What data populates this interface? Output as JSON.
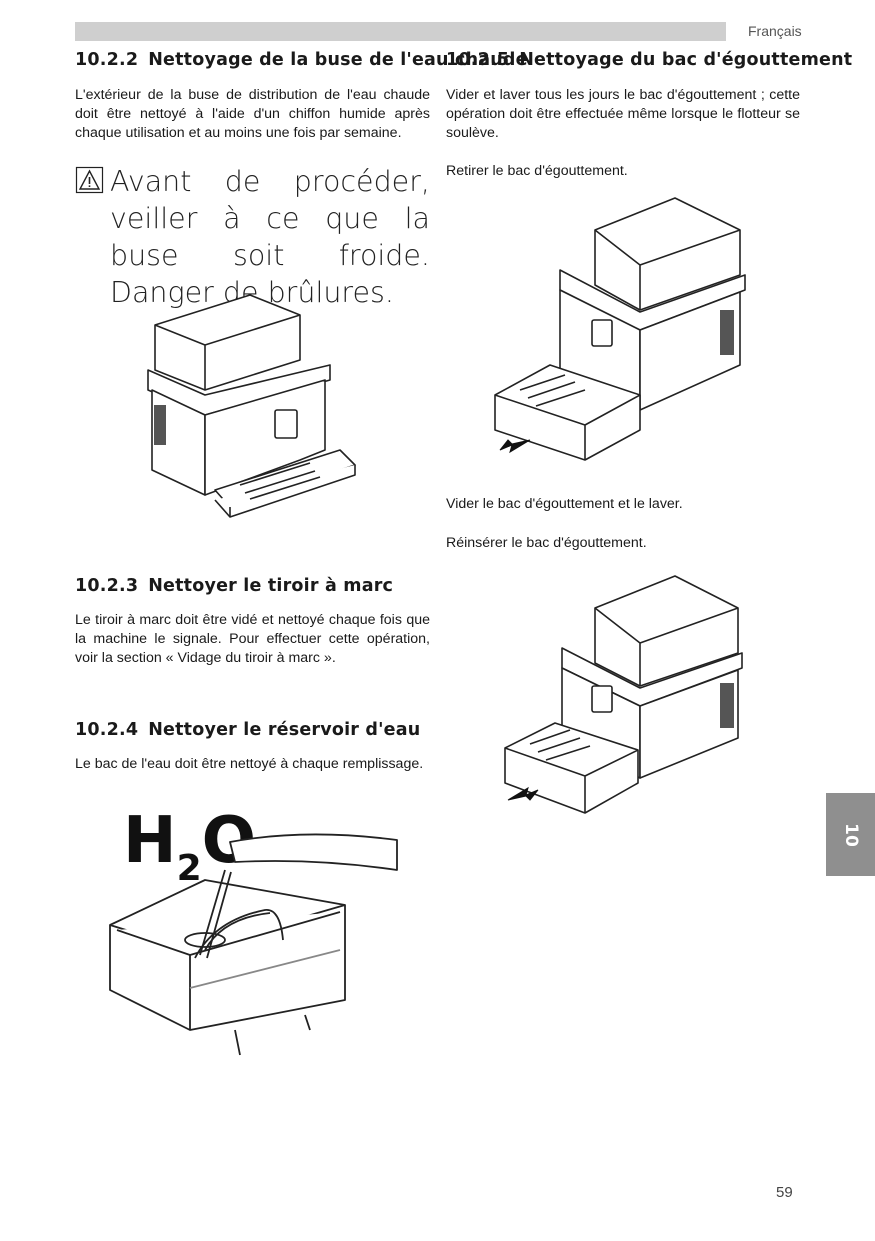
{
  "header": {
    "language": "Français"
  },
  "left": {
    "s1": {
      "number": "10.2.2",
      "title": "Nettoyage de la buse de l'eau chaude",
      "body": "L'extérieur de la buse de distribution de l'eau chaude doit être nettoyé à l'aide d'un chiffon humide après chaque utilisation et au moins une fois par semaine.",
      "warning": "Avant de procéder, veiller à ce que la buse soit froide. Danger de brûlures."
    },
    "s2": {
      "number": "10.2.3",
      "title": "Nettoyer le tiroir à marc",
      "body": "Le tiroir à marc doit être vidé et nettoyé chaque fois que la machine le signale. Pour effectuer cette opération, voir la section « Vidage du tiroir à marc »."
    },
    "s3": {
      "number": "10.2.4",
      "title": "Nettoyer le réservoir d'eau",
      "body": "Le bac de l'eau doit être nettoyé à chaque remplissage.",
      "h2o_label": "H2O"
    }
  },
  "right": {
    "s1": {
      "number": "10.2.5",
      "title": "Nettoyage du bac d'égouttement",
      "body": "Vider et laver tous les jours le bac d'égouttement ; cette opération doit être effectuée même lorsque le flotteur se soulève.",
      "step1": "Retirer le bac d'égouttement.",
      "step2": "Vider le bac d'égouttement et le laver.",
      "step3": "Réinsérer le bac d'égouttement."
    }
  },
  "chapter_tab": "10",
  "page_number": "59"
}
